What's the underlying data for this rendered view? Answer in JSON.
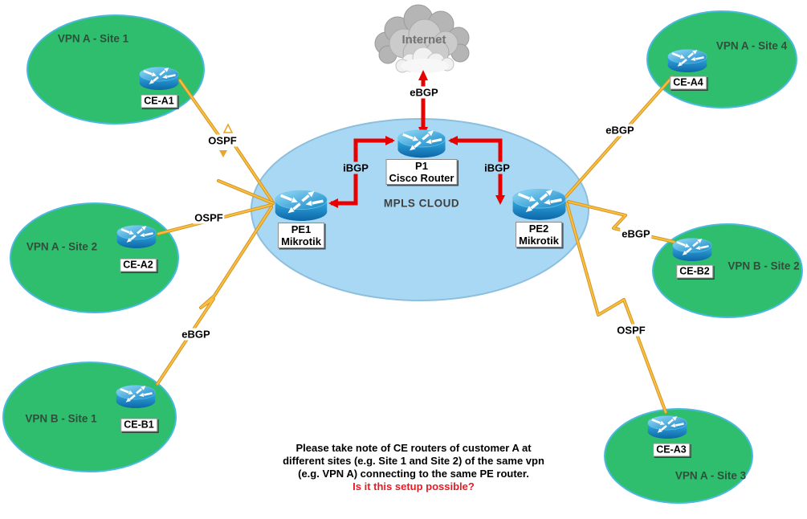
{
  "internet": {
    "label": "Internet"
  },
  "mpls": {
    "label": "MPLS CLOUD"
  },
  "core": {
    "p1": {
      "name": "P1",
      "platform": "Cisco Router"
    },
    "pe1": {
      "name": "PE1",
      "platform": "Mikrotik"
    },
    "pe2": {
      "name": "PE2",
      "platform": "Mikrotik"
    }
  },
  "link_labels": {
    "internet_ebgp": "eBGP",
    "ibgp_left": "iBGP",
    "ibgp_right": "iBGP",
    "ospf_ce_a1": "OSPF",
    "ospf_ce_a2": "OSPF",
    "ebgp_ce_b1": "eBGP",
    "ebgp_ce_a4": "eBGP",
    "ebgp_ce_b2": "eBGP",
    "ospf_ce_a3": "OSPF"
  },
  "sites": [
    {
      "label": "VPN A - Site 1",
      "router": "CE-A1"
    },
    {
      "label": "VPN A - Site 2",
      "router": "CE-A2"
    },
    {
      "label": "VPN B - Site 1",
      "router": "CE-B1"
    },
    {
      "label": "VPN A - Site 4",
      "router": "CE-A4"
    },
    {
      "label": "VPN B - Site 2",
      "router": "CE-B2"
    },
    {
      "label": "VPN A - Site 3",
      "router": "CE-A3"
    }
  ],
  "note": {
    "line1": "Please take note of  CE routers of customer  A at",
    "line2": "different sites (e.g. Site 1 and Site 2) of the same vpn",
    "line3": "(e.g. VPN A) connecting to the same PE router.",
    "question": "Is it this setup possible?"
  },
  "colors": {
    "site_fill": "#2ebe6e",
    "site_border": "#49b9dd",
    "mpls_fill": "#a9d8f5",
    "link_yellow": "#f0a92c",
    "bgp_red": "#e60000",
    "question_red": "#e61b23"
  }
}
